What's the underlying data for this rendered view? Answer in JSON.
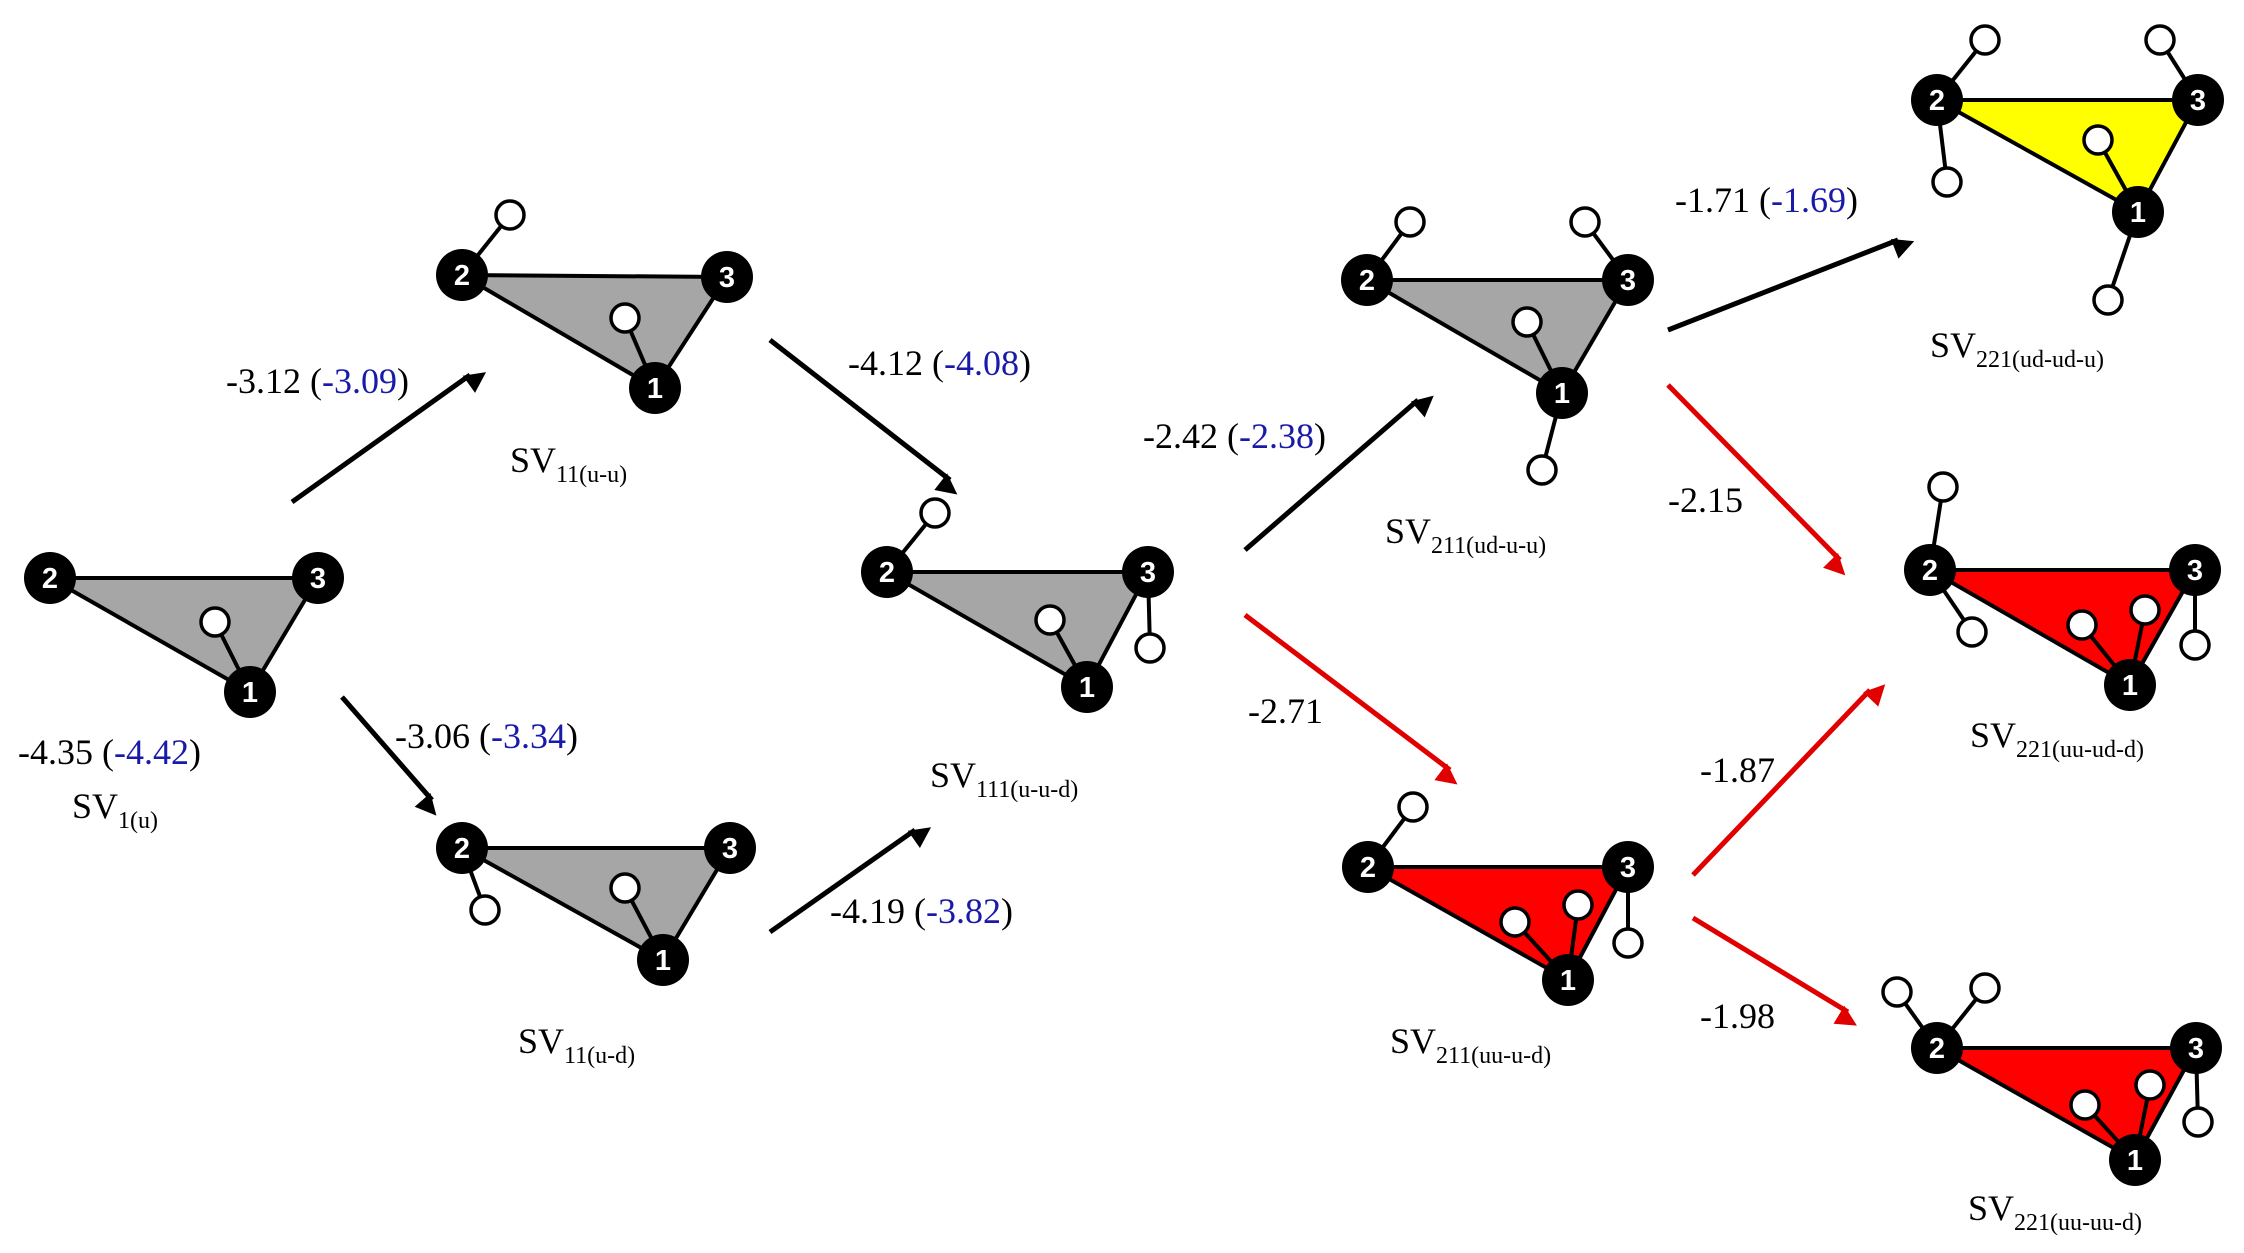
{
  "colors": {
    "gray": "#a6a6a6",
    "red": "#ff0000",
    "yellow": "#ffff00",
    "black_arrow": "#000000",
    "red_arrow": "#e00000",
    "blue_text": "#1a1aa8"
  },
  "structures": [
    {
      "id": "sv1",
      "name": "SV",
      "sub": "1(u)",
      "fill": "gray",
      "atoms": [
        "1",
        "2",
        "3"
      ]
    },
    {
      "id": "sv11u",
      "name": "SV",
      "sub": "11(u-u)",
      "fill": "gray",
      "atoms": [
        "1",
        "2",
        "3"
      ]
    },
    {
      "id": "sv11d",
      "name": "SV",
      "sub": "11(u-d)",
      "fill": "gray",
      "atoms": [
        "1",
        "2",
        "3"
      ]
    },
    {
      "id": "sv111",
      "name": "SV",
      "sub": "111(u-u-d)",
      "fill": "gray",
      "atoms": [
        "1",
        "2",
        "3"
      ]
    },
    {
      "id": "sv211a",
      "name": "SV",
      "sub": "211(ud-u-u)",
      "fill": "gray",
      "atoms": [
        "1",
        "2",
        "3"
      ]
    },
    {
      "id": "sv211b",
      "name": "SV",
      "sub": "211(uu-u-d)",
      "fill": "red",
      "atoms": [
        "1",
        "2",
        "3"
      ]
    },
    {
      "id": "sv221a",
      "name": "SV",
      "sub": "221(ud-ud-u)",
      "fill": "yellow",
      "atoms": [
        "1",
        "2",
        "3"
      ]
    },
    {
      "id": "sv221b",
      "name": "SV",
      "sub": "221(uu-ud-d)",
      "fill": "red",
      "atoms": [
        "1",
        "2",
        "3"
      ]
    },
    {
      "id": "sv221c",
      "name": "SV",
      "sub": "221(uu-uu-d)",
      "fill": "red",
      "atoms": [
        "1",
        "2",
        "3"
      ]
    }
  ],
  "energies": [
    {
      "id": "e_sv1",
      "value": "-4.35",
      "alt": "-4.42"
    },
    {
      "id": "e_a1",
      "value": "-3.12",
      "alt": "-3.09"
    },
    {
      "id": "e_a2",
      "value": "-3.06",
      "alt": "-3.34"
    },
    {
      "id": "e_a3",
      "value": "-4.12",
      "alt": "-4.08"
    },
    {
      "id": "e_a4",
      "value": "-4.19",
      "alt": "-3.82"
    },
    {
      "id": "e_a5",
      "value": "-2.42",
      "alt": "-2.38"
    },
    {
      "id": "e_a6",
      "value": "-2.71",
      "alt": null
    },
    {
      "id": "e_a7",
      "value": "-1.71",
      "alt": "-1.69"
    },
    {
      "id": "e_a8",
      "value": "-2.15",
      "alt": null
    },
    {
      "id": "e_a9",
      "value": "-1.87",
      "alt": null
    },
    {
      "id": "e_a10",
      "value": "-1.98",
      "alt": null
    }
  ]
}
